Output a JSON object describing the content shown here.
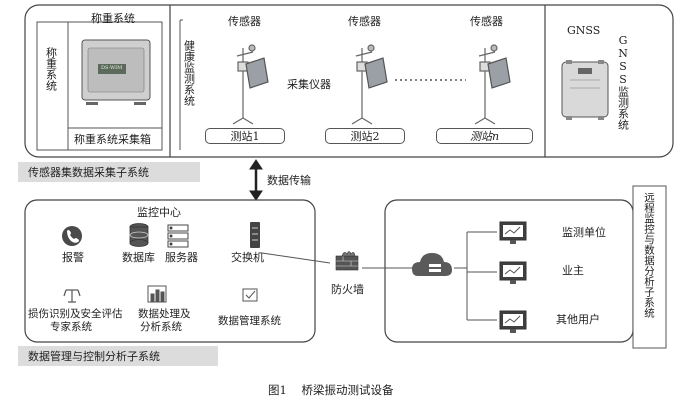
{
  "top": {
    "weighing": {
      "title": "称重系统",
      "side_label": "称重系统",
      "box_label": "称重系统采集箱",
      "device_screen_text": "DS-WIM"
    },
    "health": {
      "side_label": "健康监测系统",
      "sensor_label": "传感器",
      "collector_label": "采集仪器",
      "stations": [
        "测站1",
        "测站2",
        "测站n"
      ]
    },
    "gnss": {
      "title": "GNSS",
      "side_label": "GNSS监测系统"
    }
  },
  "subsystem_banner_1": "传感器集数据采集子系统",
  "transfer_label": "数据传输",
  "monitor_center": {
    "title": "监控中心",
    "alarm": "报警",
    "database": "数据库",
    "server": "服务器",
    "switch": "交换机",
    "damage_line1": "损伤识别及安全评估",
    "damage_line2": "专家系统",
    "process_line1": "数据处理及",
    "process_line2": "分析系统",
    "data_mgmt": "数据管理系统"
  },
  "firewall": "防火墙",
  "remote": {
    "side_label": "远程监控与数据分析子系统",
    "users": [
      "监测单位",
      "业主",
      "其他用户"
    ]
  },
  "subsystem_banner_2": "数据管理与控制分析子系统",
  "caption": "图1    桥梁振动测试设备"
}
